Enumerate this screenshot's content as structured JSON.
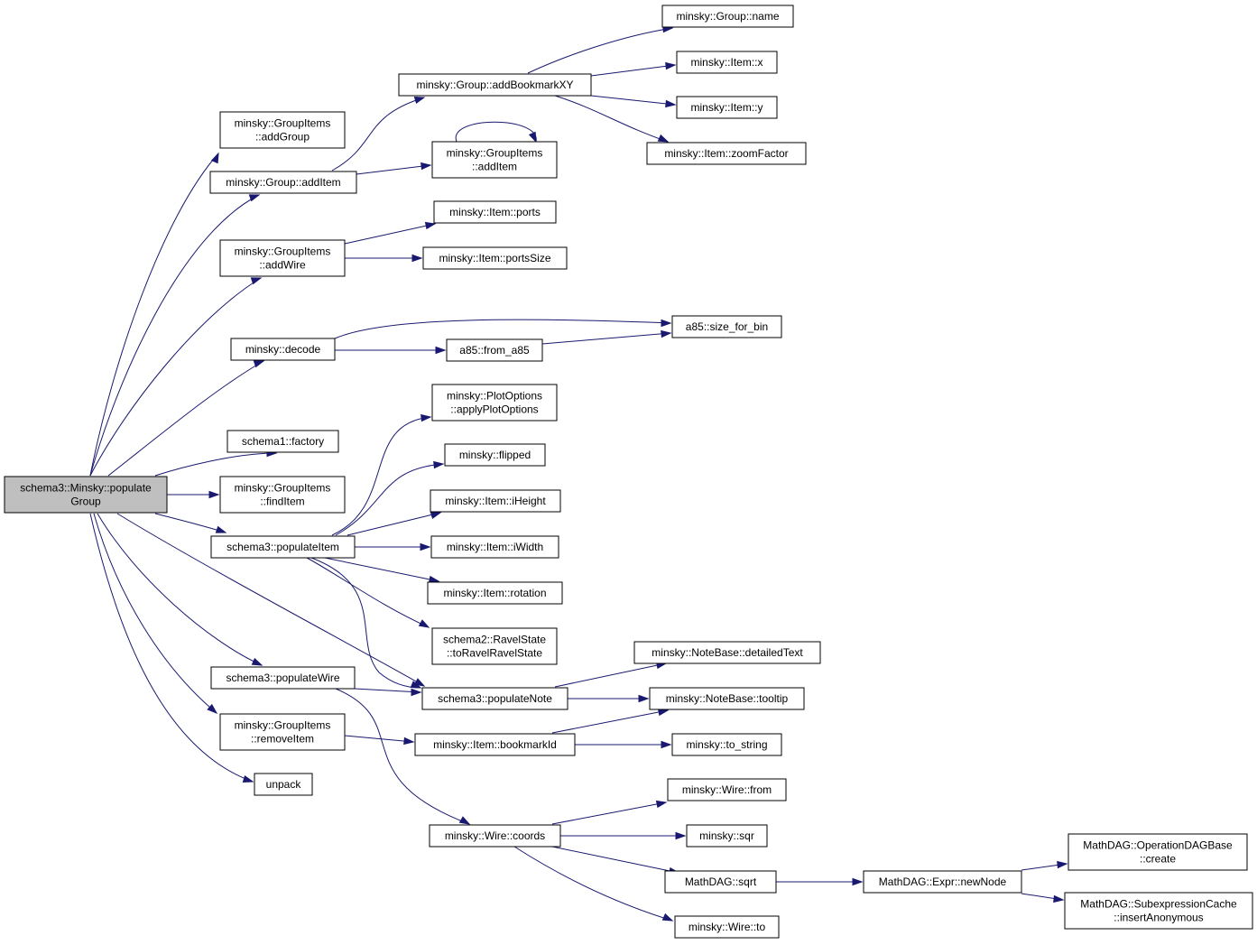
{
  "diagram": {
    "type": "call-graph",
    "colors": {
      "edge": "#191970",
      "node_border": "#000000",
      "root_fill": "#bfbfbf",
      "node_fill": "#ffffff"
    },
    "nodes": [
      {
        "id": "root",
        "lines": [
          "schema3::Minsky::populate",
          "Group"
        ],
        "root": true
      },
      {
        "id": "gi_addGroup",
        "lines": [
          "minsky::GroupItems",
          "::addGroup"
        ]
      },
      {
        "id": "g_addItem",
        "lines": [
          "minsky::Group::addItem"
        ]
      },
      {
        "id": "gi_addWire",
        "lines": [
          "minsky::GroupItems",
          "::addWire"
        ]
      },
      {
        "id": "decode",
        "lines": [
          "minsky::decode"
        ]
      },
      {
        "id": "s1_factory",
        "lines": [
          "schema1::factory"
        ]
      },
      {
        "id": "gi_findItem",
        "lines": [
          "minsky::GroupItems",
          "::findItem"
        ]
      },
      {
        "id": "populateItem",
        "lines": [
          "schema3::populateItem"
        ]
      },
      {
        "id": "populateWire",
        "lines": [
          "schema3::populateWire"
        ]
      },
      {
        "id": "gi_removeItem",
        "lines": [
          "minsky::GroupItems",
          "::removeItem"
        ]
      },
      {
        "id": "unpack",
        "lines": [
          "unpack"
        ]
      },
      {
        "id": "addBookmarkXY",
        "lines": [
          "minsky::Group::addBookmarkXY"
        ]
      },
      {
        "id": "gi_addItem",
        "lines": [
          "minsky::GroupItems",
          "::addItem"
        ]
      },
      {
        "id": "item_ports",
        "lines": [
          "minsky::Item::ports"
        ]
      },
      {
        "id": "item_portsSize",
        "lines": [
          "minsky::Item::portsSize"
        ]
      },
      {
        "id": "from_a85",
        "lines": [
          "a85::from_a85"
        ]
      },
      {
        "id": "plotOptions",
        "lines": [
          "minsky::PlotOptions",
          "::applyPlotOptions"
        ]
      },
      {
        "id": "flipped",
        "lines": [
          "minsky::flipped"
        ]
      },
      {
        "id": "iHeight",
        "lines": [
          "minsky::Item::iHeight"
        ]
      },
      {
        "id": "iWidth",
        "lines": [
          "minsky::Item::iWidth"
        ]
      },
      {
        "id": "rotation",
        "lines": [
          "minsky::Item::rotation"
        ]
      },
      {
        "id": "ravelState",
        "lines": [
          "schema2::RavelState",
          "::toRavelRavelState"
        ]
      },
      {
        "id": "populateNote",
        "lines": [
          "schema3::populateNote"
        ]
      },
      {
        "id": "bookmarkId",
        "lines": [
          "minsky::Item::bookmarkId"
        ]
      },
      {
        "id": "wire_coords",
        "lines": [
          "minsky::Wire::coords"
        ]
      },
      {
        "id": "group_name",
        "lines": [
          "minsky::Group::name"
        ]
      },
      {
        "id": "item_x",
        "lines": [
          "minsky::Item::x"
        ]
      },
      {
        "id": "item_y",
        "lines": [
          "minsky::Item::y"
        ]
      },
      {
        "id": "zoomFactor",
        "lines": [
          "minsky::Item::zoomFactor"
        ]
      },
      {
        "id": "size_for_bin",
        "lines": [
          "a85::size_for_bin"
        ]
      },
      {
        "id": "detailedText",
        "lines": [
          "minsky::NoteBase::detailedText"
        ]
      },
      {
        "id": "tooltip",
        "lines": [
          "minsky::NoteBase::tooltip"
        ]
      },
      {
        "id": "to_string",
        "lines": [
          "minsky::to_string"
        ]
      },
      {
        "id": "wire_from",
        "lines": [
          "minsky::Wire::from"
        ]
      },
      {
        "id": "sqr",
        "lines": [
          "minsky::sqr"
        ]
      },
      {
        "id": "mathdag_sqrt",
        "lines": [
          "MathDAG::sqrt"
        ]
      },
      {
        "id": "wire_to",
        "lines": [
          "minsky::Wire::to"
        ]
      },
      {
        "id": "newNode",
        "lines": [
          "MathDAG::Expr::newNode"
        ]
      },
      {
        "id": "opDAGcreate",
        "lines": [
          "MathDAG::OperationDAGBase",
          "::create"
        ]
      },
      {
        "id": "insertAnon",
        "lines": [
          "MathDAG::SubexpressionCache",
          "::insertAnonymous"
        ]
      }
    ],
    "edges": [
      [
        "root",
        "gi_addGroup"
      ],
      [
        "root",
        "g_addItem"
      ],
      [
        "root",
        "gi_addWire"
      ],
      [
        "root",
        "decode"
      ],
      [
        "root",
        "s1_factory"
      ],
      [
        "root",
        "gi_findItem"
      ],
      [
        "root",
        "populateItem"
      ],
      [
        "root",
        "populateNote"
      ],
      [
        "root",
        "populateWire"
      ],
      [
        "root",
        "gi_removeItem"
      ],
      [
        "root",
        "unpack"
      ],
      [
        "g_addItem",
        "addBookmarkXY"
      ],
      [
        "g_addItem",
        "gi_addItem"
      ],
      [
        "gi_addItem",
        "gi_addItem"
      ],
      [
        "addBookmarkXY",
        "group_name"
      ],
      [
        "addBookmarkXY",
        "item_x"
      ],
      [
        "addBookmarkXY",
        "item_y"
      ],
      [
        "addBookmarkXY",
        "zoomFactor"
      ],
      [
        "gi_addWire",
        "item_ports"
      ],
      [
        "gi_addWire",
        "item_portsSize"
      ],
      [
        "decode",
        "size_for_bin"
      ],
      [
        "decode",
        "from_a85"
      ],
      [
        "from_a85",
        "size_for_bin"
      ],
      [
        "populateItem",
        "plotOptions"
      ],
      [
        "populateItem",
        "flipped"
      ],
      [
        "populateItem",
        "iHeight"
      ],
      [
        "populateItem",
        "iWidth"
      ],
      [
        "populateItem",
        "rotation"
      ],
      [
        "populateItem",
        "ravelState"
      ],
      [
        "populateItem",
        "populateNote"
      ],
      [
        "populateWire",
        "populateNote"
      ],
      [
        "populateWire",
        "wire_coords"
      ],
      [
        "populateNote",
        "detailedText"
      ],
      [
        "populateNote",
        "tooltip"
      ],
      [
        "gi_removeItem",
        "bookmarkId"
      ],
      [
        "bookmarkId",
        "tooltip"
      ],
      [
        "bookmarkId",
        "to_string"
      ],
      [
        "wire_coords",
        "wire_from"
      ],
      [
        "wire_coords",
        "sqr"
      ],
      [
        "wire_coords",
        "mathdag_sqrt"
      ],
      [
        "wire_coords",
        "wire_to"
      ],
      [
        "mathdag_sqrt",
        "newNode"
      ],
      [
        "newNode",
        "opDAGcreate"
      ],
      [
        "newNode",
        "insertAnon"
      ]
    ]
  }
}
